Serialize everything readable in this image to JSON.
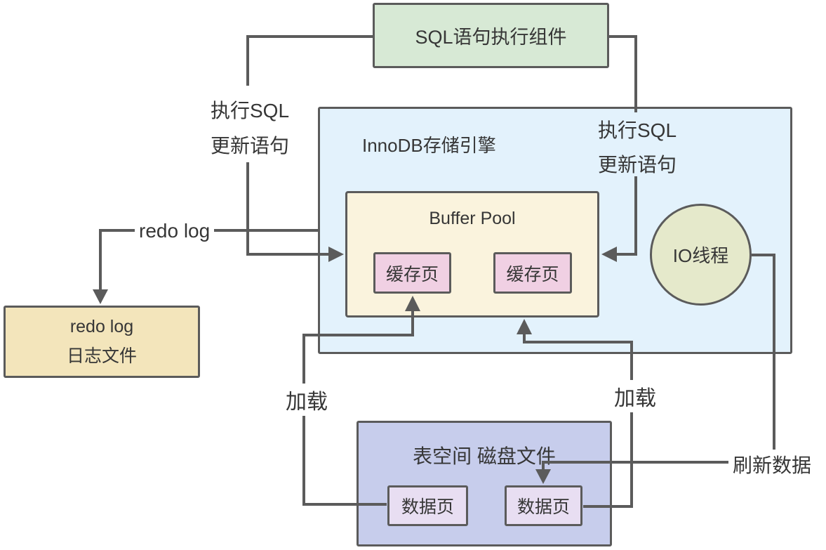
{
  "colors": {
    "line": "#5b5b5b",
    "sql_component_fill": "#d7e9d5",
    "innodb_fill": "#e3f2fc",
    "buffer_pool_fill": "#faf3dd",
    "cache_page_fill": "#f0d0e3",
    "io_thread_fill": "#e5e9cb",
    "redo_log_fill": "#f3e5bb",
    "tablespace_fill": "#c7cdec",
    "data_page_fill": "#e8def2"
  },
  "nodes": {
    "sql_component": "SQL语句执行组件",
    "innodb": "InnoDB存储引擎",
    "buffer_pool": "Buffer Pool",
    "cache_page_1": "缓存页",
    "cache_page_2": "缓存页",
    "io_thread": "IO线程",
    "redo_log_file_line1": "redo log",
    "redo_log_file_line2": "日志文件",
    "tablespace": "表空间 磁盘文件",
    "data_page_1": "数据页",
    "data_page_2": "数据页"
  },
  "edge_labels": {
    "exec_sql_left_line1": "执行SQL",
    "exec_sql_left_line2": "更新语句",
    "exec_sql_right_line1": "执行SQL",
    "exec_sql_right_line2": "更新语句",
    "redo_log": "redo log",
    "load_left": "加载",
    "load_right": "加载",
    "flush_data": "刷新数据"
  }
}
